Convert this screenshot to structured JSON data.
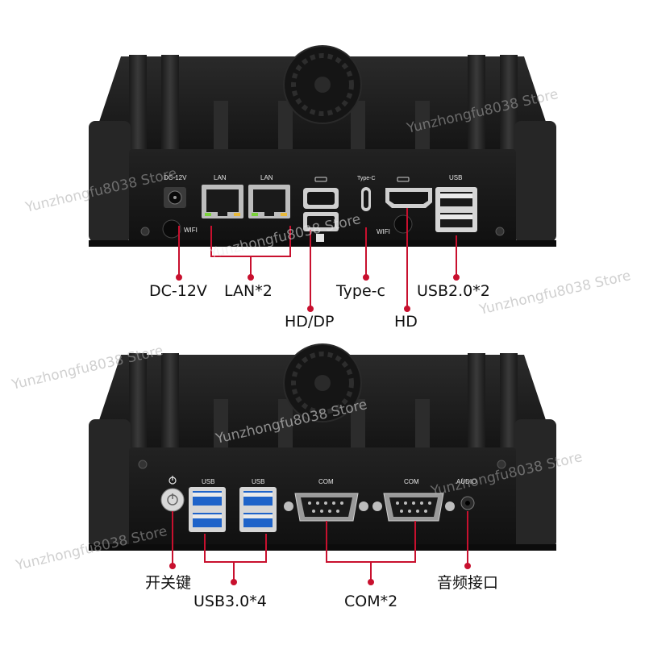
{
  "watermark": "Yunzhongfu8038 Store",
  "top_panel": {
    "port_labels": {
      "dc": "DC-12V",
      "lan1": "LAN",
      "lan2": "LAN",
      "typec": "Type-C",
      "usb": "USB",
      "wifi1": "WIFI",
      "wifi2": "WIFI"
    },
    "callouts": {
      "dc": "DC-12V",
      "lan": "LAN*2",
      "typec": "Type-c",
      "usb": "USB2.0*2",
      "hddp": "HD/DP",
      "hd": "HD"
    }
  },
  "bottom_panel": {
    "port_labels": {
      "usb1": "USB",
      "usb2": "USB",
      "com1": "COM",
      "com2": "COM",
      "audio": "AUDIO"
    },
    "callouts": {
      "power": "开关键",
      "usb": "USB3.0*4",
      "com": "COM*2",
      "audio": "音频接口"
    }
  },
  "colors": {
    "callout_line": "#c8102e",
    "usb3_blue": "#1e63c9",
    "lan_led": "#7ad13b",
    "chassis": "#1c1c1c"
  }
}
